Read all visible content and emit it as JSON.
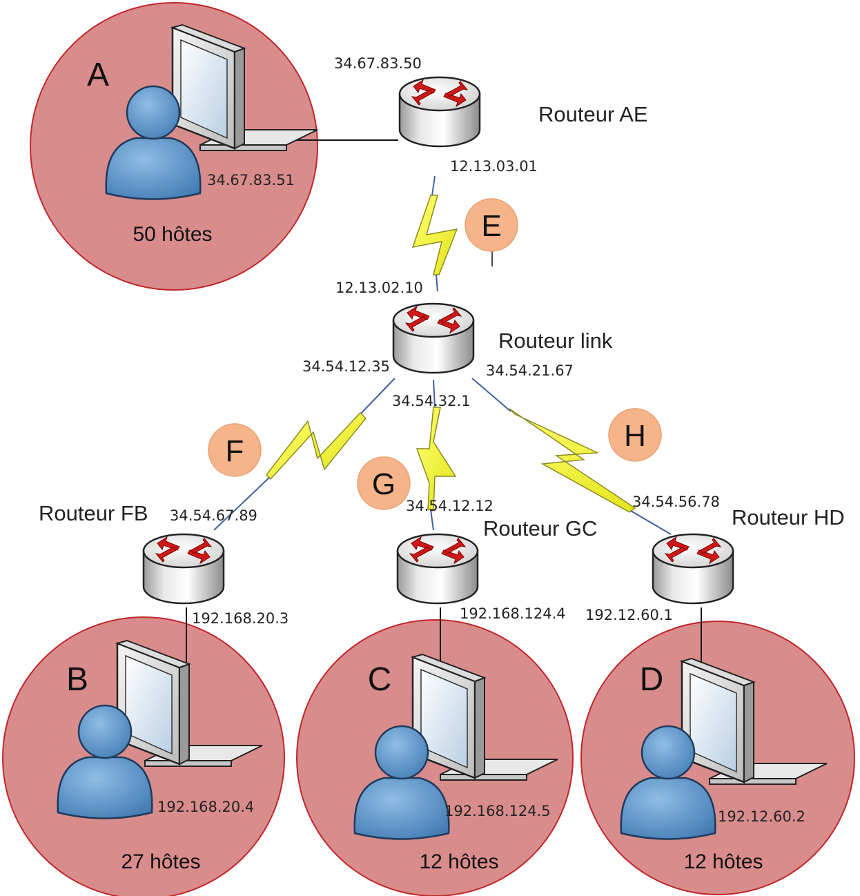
{
  "colors": {
    "network_fill": "#d98c8c",
    "network_stroke": "#c0262b",
    "link_badge": "#f5b48a",
    "lightning": "#f0f030",
    "person": "#5b93c9",
    "router_arrow": "#d01818"
  },
  "icons": {
    "router": "router-icon",
    "workstation": "workstation-icon",
    "user": "user-icon",
    "serial_link": "lightning-icon"
  },
  "networks": {
    "A": {
      "letter": "A",
      "hosts": "50 hôtes",
      "host_ip": "34.67.83.51"
    },
    "B": {
      "letter": "B",
      "hosts": "27 hôtes",
      "host_ip": "192.168.20.4"
    },
    "C": {
      "letter": "C",
      "hosts": "12 hôtes",
      "host_ip": "192.168.124.5"
    },
    "D": {
      "letter": "D",
      "hosts": "12 hôtes",
      "host_ip": "192.12.60.2"
    }
  },
  "routers": {
    "AE": {
      "label": "Routeur AE",
      "ip_lan": "34.67.83.50",
      "ip_wan": "12.13.03.01"
    },
    "link": {
      "label": "Routeur link",
      "ip_e": "12.13.02.10",
      "ip_f": "34.54.12.35",
      "ip_g": "34.54.32.1",
      "ip_h": "34.54.21.67"
    },
    "FB": {
      "label": "Routeur FB",
      "ip_wan": "34.54.67.89",
      "ip_lan": "192.168.20.3"
    },
    "GC": {
      "label": "Routeur GC",
      "ip_wan": "34.54.12.12",
      "ip_lan": "192.168.124.4"
    },
    "HD": {
      "label": "Routeur HD",
      "ip_wan": "34.54.56.78",
      "ip_lan": "192.12.60.1"
    }
  },
  "links": {
    "E": "E",
    "F": "F",
    "G": "G",
    "H": "H"
  }
}
